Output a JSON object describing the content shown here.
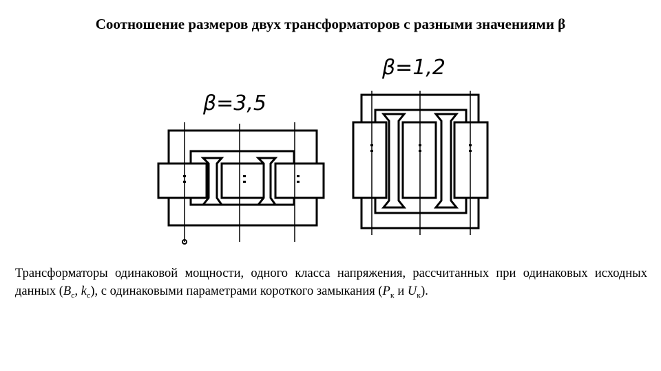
{
  "slide": {
    "title": "Соотношение размеров двух трансформаторов с разными значениями β"
  },
  "figure": {
    "left_label": "β=3,5",
    "right_label": "β=1,2"
  },
  "caption": {
    "text_1": "Трансформаторы одинаковой мощности, одного класса напряжения, рассчитанных при одинаковых исходных данных (",
    "var_b": "B",
    "sub_c1": "c",
    "sep_1": ", ",
    "var_k": "k",
    "sub_c2": "c",
    "text_2": "), с одинаковыми параметрами короткого замыкания (",
    "var_p": "P",
    "sub_k1": "к",
    "text_3": " и ",
    "var_u": "U",
    "sub_k2": "к",
    "text_4": ")."
  }
}
